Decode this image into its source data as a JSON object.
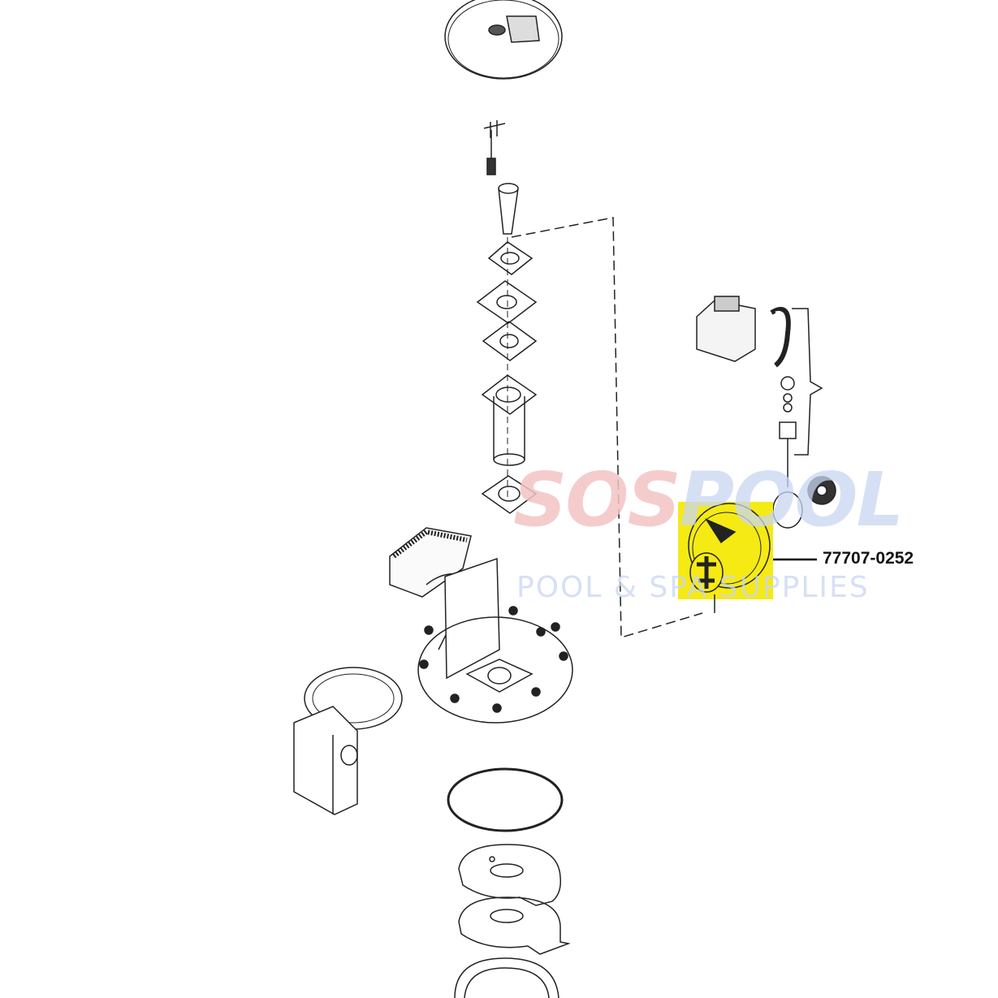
{
  "diagram": {
    "highlighted_part": {
      "part_number": "77707-0252",
      "highlight_color": "#f5ea14"
    },
    "watermark": {
      "brand_red": "SOS",
      "brand_blue": "POOL",
      "tagline": "POOL & SPA SUPPLIES",
      "red_color": "#f4c4c4",
      "blue_color": "#c9d6f2"
    }
  }
}
